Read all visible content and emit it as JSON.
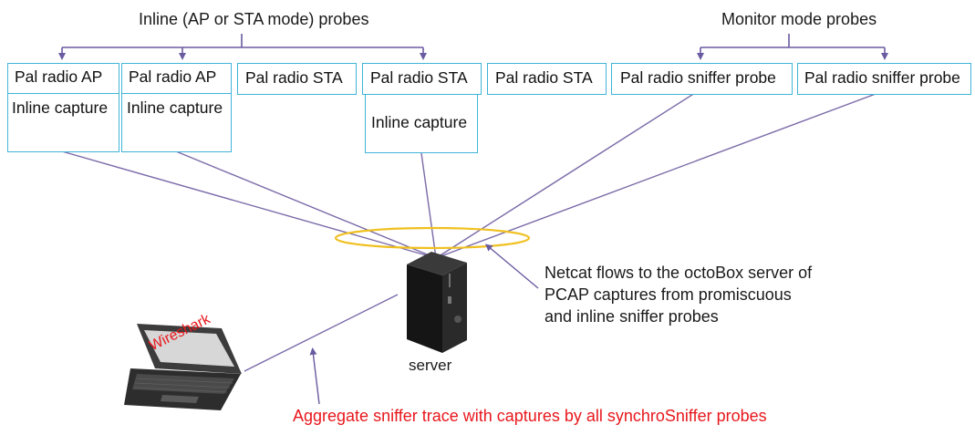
{
  "headers": {
    "inline": "Inline (AP or STA mode) probes",
    "monitor": "Monitor mode probes"
  },
  "probes": [
    {
      "label": "Pal radio AP",
      "capture": "Inline capture"
    },
    {
      "label": "Pal radio AP",
      "capture": "Inline capture"
    },
    {
      "label": "Pal radio STA",
      "capture": ""
    },
    {
      "label": "Pal radio STA",
      "capture": "Inline capture"
    },
    {
      "label": "Pal radio STA",
      "capture": ""
    },
    {
      "label": "Pal radio sniffer probe",
      "capture": ""
    },
    {
      "label": "Pal radio sniffer probe",
      "capture": ""
    }
  ],
  "server": {
    "label": "server"
  },
  "laptop": {
    "screen_text": "Wireshark"
  },
  "netcat_note": [
    "Netcat flows to the octoBox server of",
    "PCAP captures from promiscuous",
    "and inline sniffer probes"
  ],
  "aggregate_note": "Aggregate  sniffer trace with captures by all synchroSniffer probes",
  "colors": {
    "box_border": "#3fb4d8",
    "connector": "#6a5aa0",
    "ring": "#f0c020",
    "red_text": "#e8171c"
  }
}
